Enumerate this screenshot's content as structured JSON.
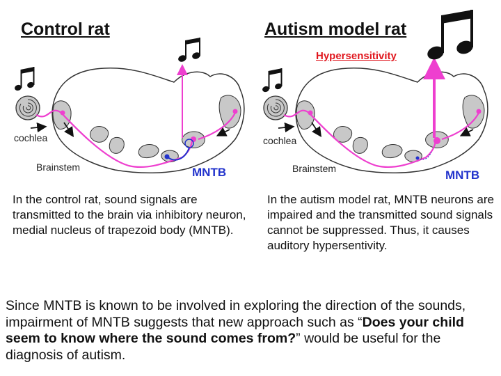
{
  "left_panel": {
    "title": "Control rat",
    "cochlea_label": "cochlea",
    "brainstem_label": "Brainstem",
    "mntb_label": "MNTB",
    "caption": "In the control rat, sound signals are transmitted to the brain via inhibitory neuron, medial nucleus of trapezoid body (MNTB)."
  },
  "right_panel": {
    "title": "Autism model rat",
    "hypersensitivity_label": "Hypersensitivity",
    "cochlea_label": "cochlea",
    "brainstem_label": "Brainstem",
    "mntb_label": "MNTB",
    "caption": "In the autism model rat, MNTB neurons are impaired and the transmitted sound signals cannot be suppressed. Thus, it causes auditory hypersentivity."
  },
  "summary": {
    "text_before": "Since MNTB is known to be involved in exploring the direction of the sounds, impairment of MNTB suggests that new approach such as “",
    "bold_question": "Does your child seem to know where the sound comes from?",
    "text_after": "” would be useful for the diagnosis of autism."
  },
  "colors": {
    "signal_pink": "#ee3fcf",
    "mntb_blue": "#2233cc",
    "hypersensitivity_red": "#e0161d",
    "tissue_gray": "#c8c8c8"
  },
  "icons": [
    "music-note-icon",
    "cochlea-icon",
    "arrow-icon"
  ]
}
